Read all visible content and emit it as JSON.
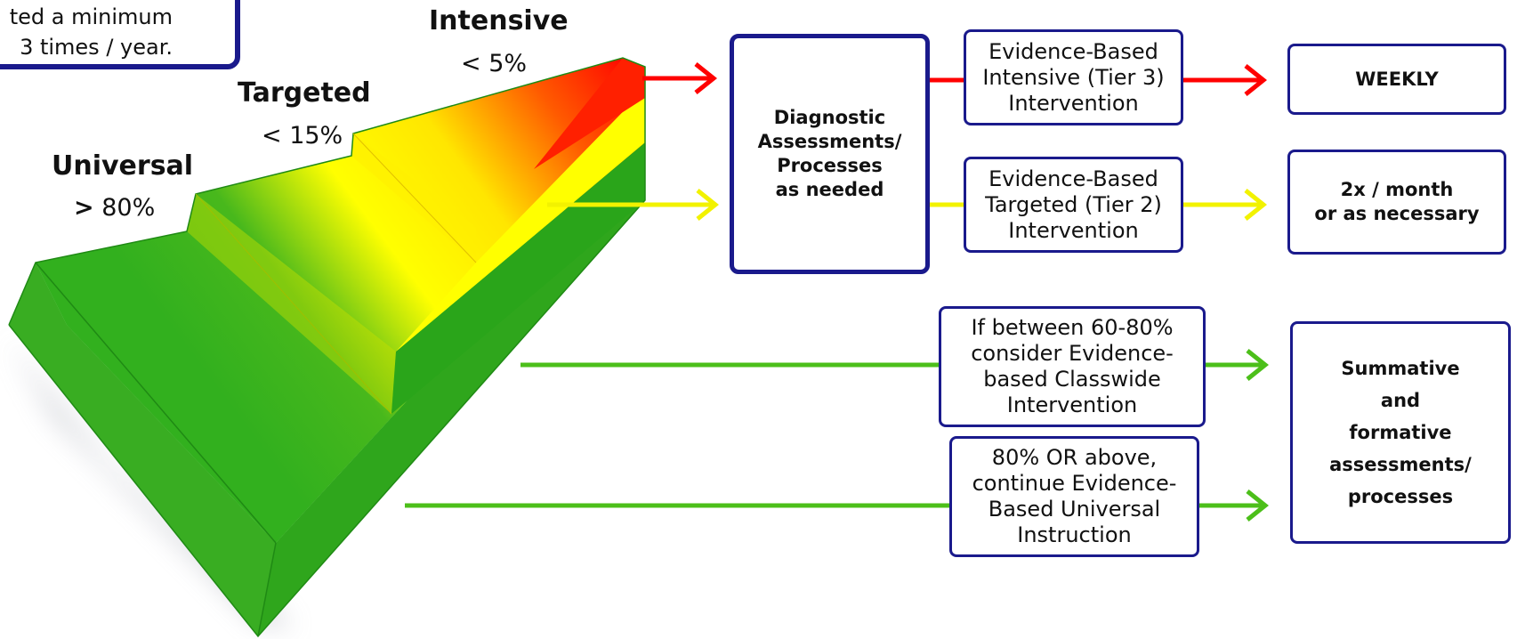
{
  "colors": {
    "navy": "#1a1a8c",
    "red": "#ff0000",
    "yellow": "#ffff00",
    "green": "#32b01e",
    "dark_green": "#1f8a14"
  },
  "note": {
    "line1": "ted a minimum",
    "line2": "3 times / year."
  },
  "tiers": {
    "intensive": {
      "name": "Intensive",
      "pct": "< 5%"
    },
    "targeted": {
      "name": "Targeted",
      "pct": "< 15%"
    },
    "universal": {
      "name": "Universal",
      "symbol": ">",
      "pct": " 80%"
    }
  },
  "diagnostic_box": {
    "text": "Diagnostic\nAssessments/\nProcesses\nas needed"
  },
  "interventions": {
    "tier3": "Evidence-Based\nIntensive (Tier 3)\nIntervention",
    "tier2": "Evidence-Based\nTargeted (Tier 2)\nIntervention",
    "classwide": "If between 60-80%\nconsider Evidence-\nbased Classwide\nIntervention",
    "universal": "80% OR above,\ncontinue Evidence-\nBased Universal\nInstruction"
  },
  "frequencies": {
    "weekly": "WEEKLY",
    "twice_monthly": "2x / month\nor as necessary",
    "summative": "Summative\nand\nformative\nassessments/\nprocesses"
  }
}
